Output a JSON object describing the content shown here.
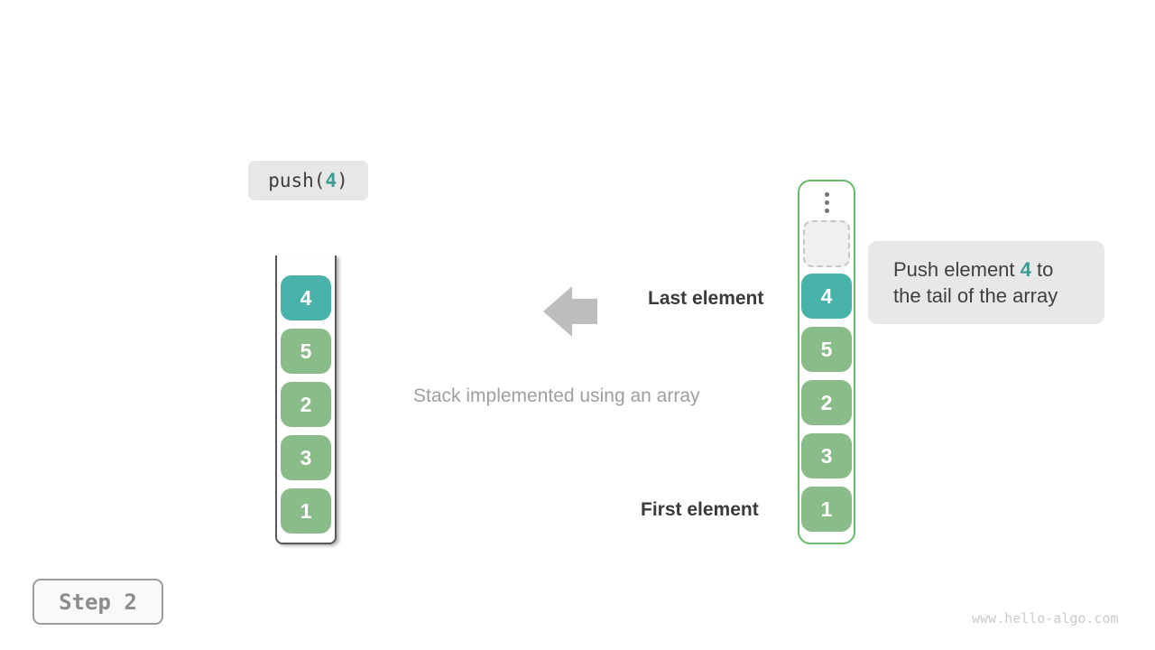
{
  "colors": {
    "teal_cell": "#49b3ab",
    "green_cell": "#8abc8a",
    "array_frame_border": "#66bb6a",
    "accent_teal_text": "#3d9b93",
    "badge_bg": "#e7e7e7",
    "callout_bg": "#e8e8e8",
    "arrow_gray": "#bdbdbd",
    "dark_text": "#3a3a3a",
    "muted_text": "#9e9e9e",
    "step_text": "#8c8c8c",
    "watermark_text": "#cbcbcb"
  },
  "push_call": {
    "prefix": "push(",
    "arg": "4",
    "suffix": ")"
  },
  "stack": {
    "values": [
      "4",
      "5",
      "2",
      "3",
      "1"
    ],
    "highlight_value": "4"
  },
  "array": {
    "values": [
      "4",
      "5",
      "2",
      "3",
      "1"
    ],
    "highlight_value": "4",
    "has_empty_slot": true
  },
  "icons": {
    "vertical_ellipsis": "⋮",
    "left_arrow": "◀"
  },
  "labels": {
    "last_element": "Last element",
    "first_element": "First element",
    "caption": "Stack implemented using an array"
  },
  "callout": {
    "pre": "Push element ",
    "value": "4",
    "mid": " to",
    "line2": "the tail of the array"
  },
  "step_badge": {
    "label": "Step 2"
  },
  "watermark": {
    "text": "www.hello-algo.com"
  }
}
